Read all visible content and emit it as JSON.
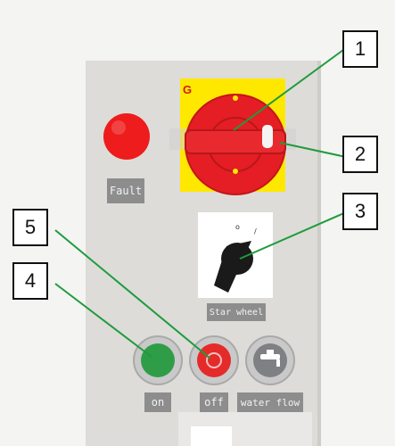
{
  "callouts": {
    "c1": "1",
    "c2": "2",
    "c3": "3",
    "c4": "4",
    "c5": "5"
  },
  "labels": {
    "fault": "Fault",
    "star_wheel": "Star wheel",
    "on": "on",
    "off": "off",
    "water_flow": "water flow",
    "main_switch_letter": "G"
  },
  "colors": {
    "panel": "#dedcd8",
    "leader_line": "#1e9b3c",
    "fault_lamp": "#ee1c1c",
    "switch_red": "#e41e24",
    "switch_plate": "#ffe800",
    "on_button": "#2f9d47",
    "off_button": "#e52a2a",
    "water_button": "#7f8083"
  },
  "icons": {
    "water_flow": "faucet-icon",
    "star_wheel": "rotary-selector-icon"
  }
}
